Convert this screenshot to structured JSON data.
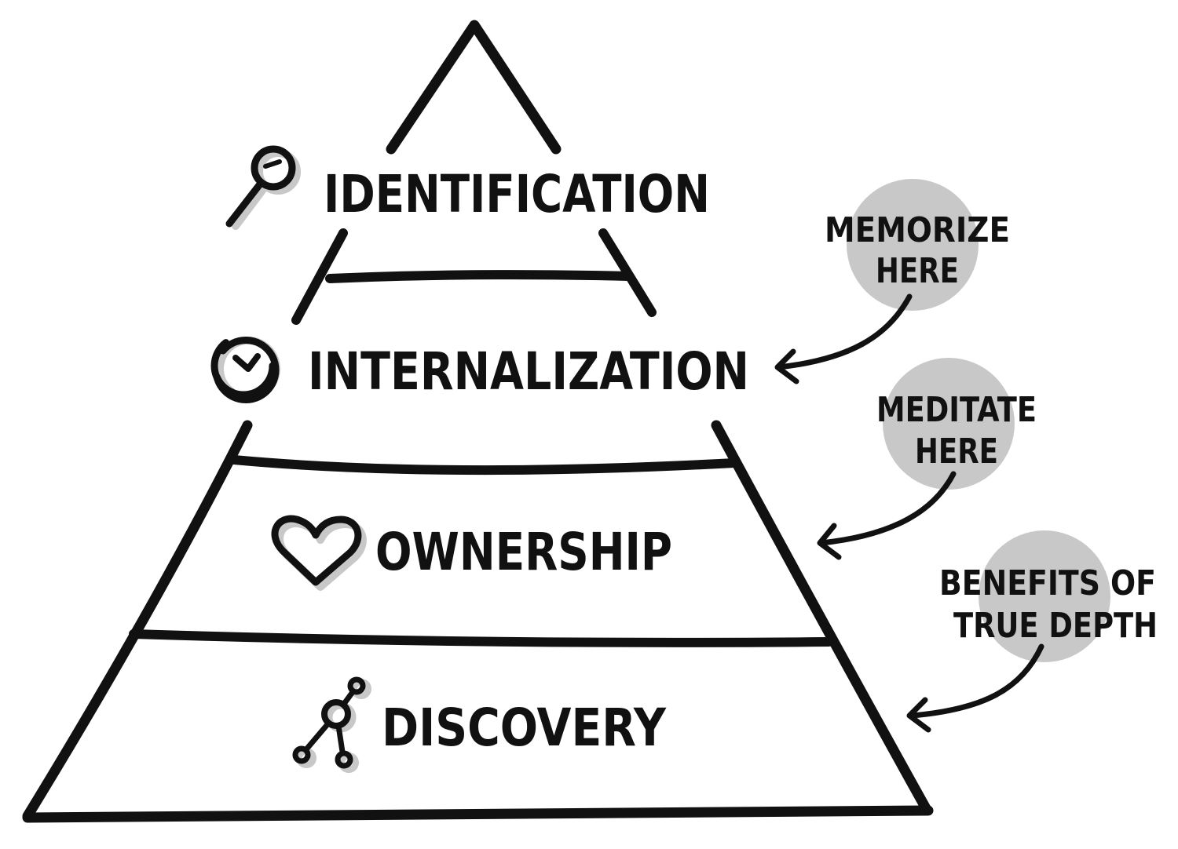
{
  "diagram": {
    "levels": [
      {
        "label": "IDENTIFICATION",
        "icon": "magnifier-icon"
      },
      {
        "label": "INTERNALIZATION",
        "icon": "cycle-arrow-icon"
      },
      {
        "label": "OWNERSHIP",
        "icon": "heart-icon"
      },
      {
        "label": "DISCOVERY",
        "icon": "network-nodes-icon"
      }
    ],
    "notes": [
      {
        "lines": [
          "MEMORIZE",
          "HERE"
        ]
      },
      {
        "lines": [
          "MEDITATE",
          "HERE"
        ]
      },
      {
        "lines": [
          "BENEFITS OF",
          "TRUE DEPTH"
        ]
      }
    ],
    "colors": {
      "ink": "#111111",
      "note_circle": "#c8c8c8",
      "icon_shadow": "#c8c8c8",
      "background": "#ffffff"
    }
  }
}
